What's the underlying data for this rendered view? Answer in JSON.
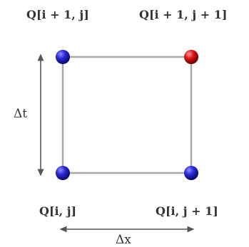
{
  "labels": {
    "top_left": "Q[i + 1, j]",
    "top_right": "Q[i + 1, j + 1]",
    "bottom_left": "Q[i, j]",
    "bottom_right": "Q[i, j + 1]"
  },
  "axes": {
    "vertical": "Δt",
    "horizontal": "Δx"
  },
  "colors": {
    "blue_node": "#2222cc",
    "red_node": "#dd1111",
    "edge": "#a8a8a8",
    "arrow": "#555555",
    "text": "#333333"
  }
}
